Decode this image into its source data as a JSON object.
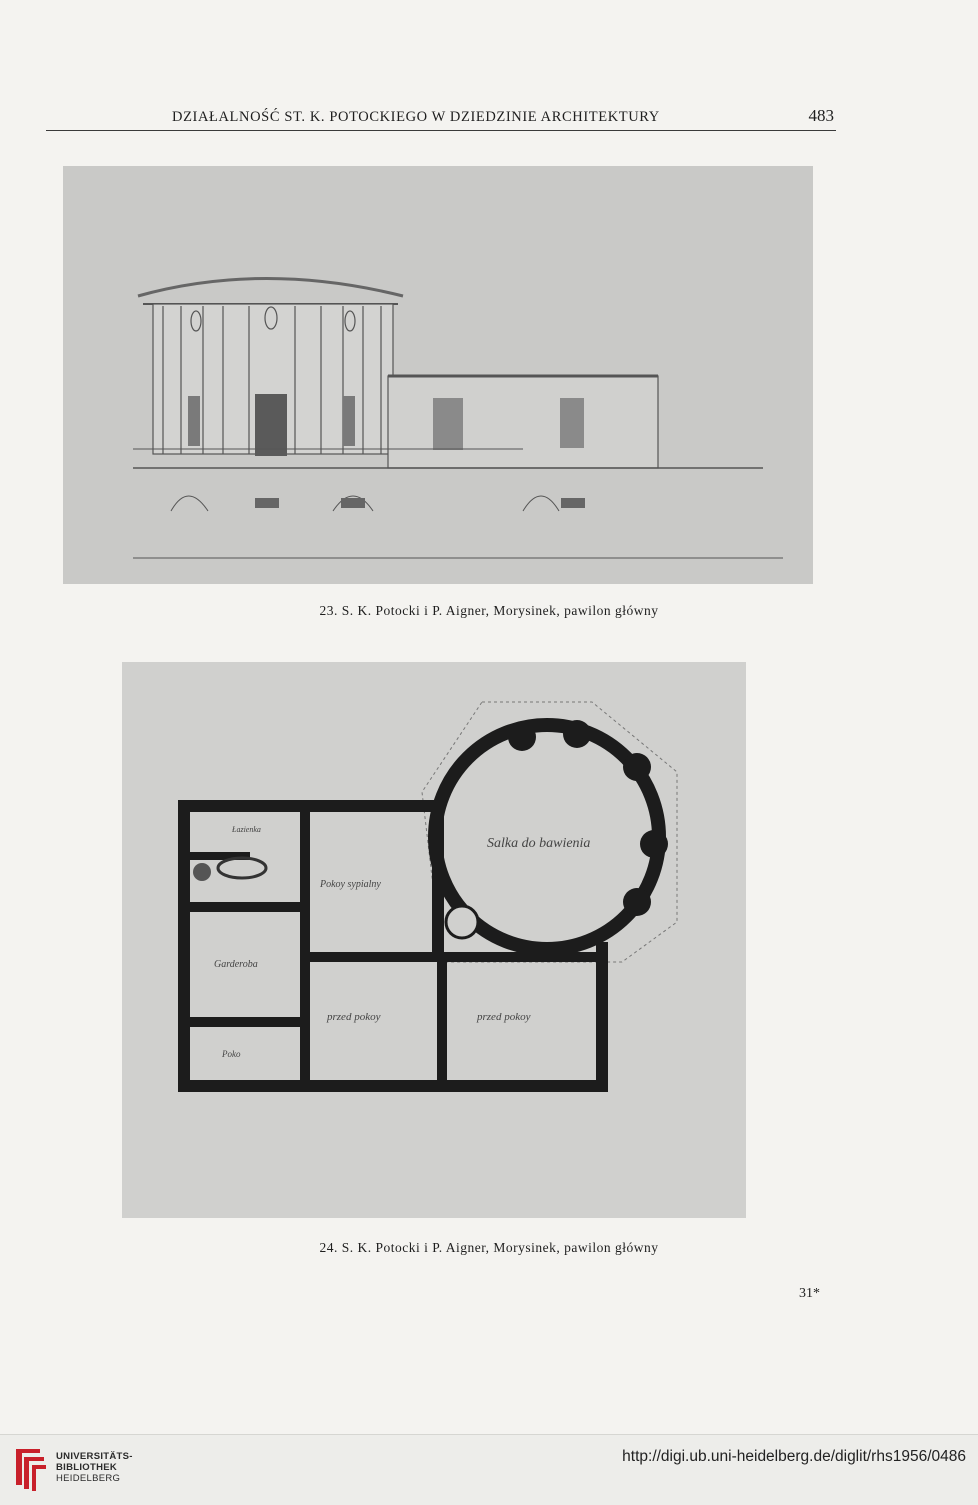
{
  "running_head": {
    "title": "DZIAŁALNOŚĆ ST. K. POTOCKIEGO W DZIEDZINIE ARCHITEKTURY",
    "page_number": "483"
  },
  "figures": [
    {
      "caption": "23. S. K. Potocki i P. Aigner, Morysinek, pawilon główny",
      "kind": "elevation drawing"
    },
    {
      "caption": "24. S. K. Potocki i P. Aigner, Morysinek, pawilon główny",
      "kind": "floor plan",
      "plan_labels": {
        "salka": "Salka do bawienia",
        "pokoy_sypialny": "Pokoy sypialny",
        "garderoba": "Garderoba",
        "przedpokoy_1": "przed pokoy",
        "przedpokoy_2": "przed pokoy",
        "lazienka": "Łazienka",
        "pokoj": "Poko"
      }
    }
  ],
  "signature_mark": "31*",
  "footer": {
    "library_line1": "UNIVERSITÄTS-",
    "library_line2": "BIBLIOTHEK",
    "library_line3": "HEIDELBERG",
    "url": "http://digi.ub.uni-heidelberg.de/diglit/rhs1956/0486",
    "accent": "#c8202a"
  }
}
